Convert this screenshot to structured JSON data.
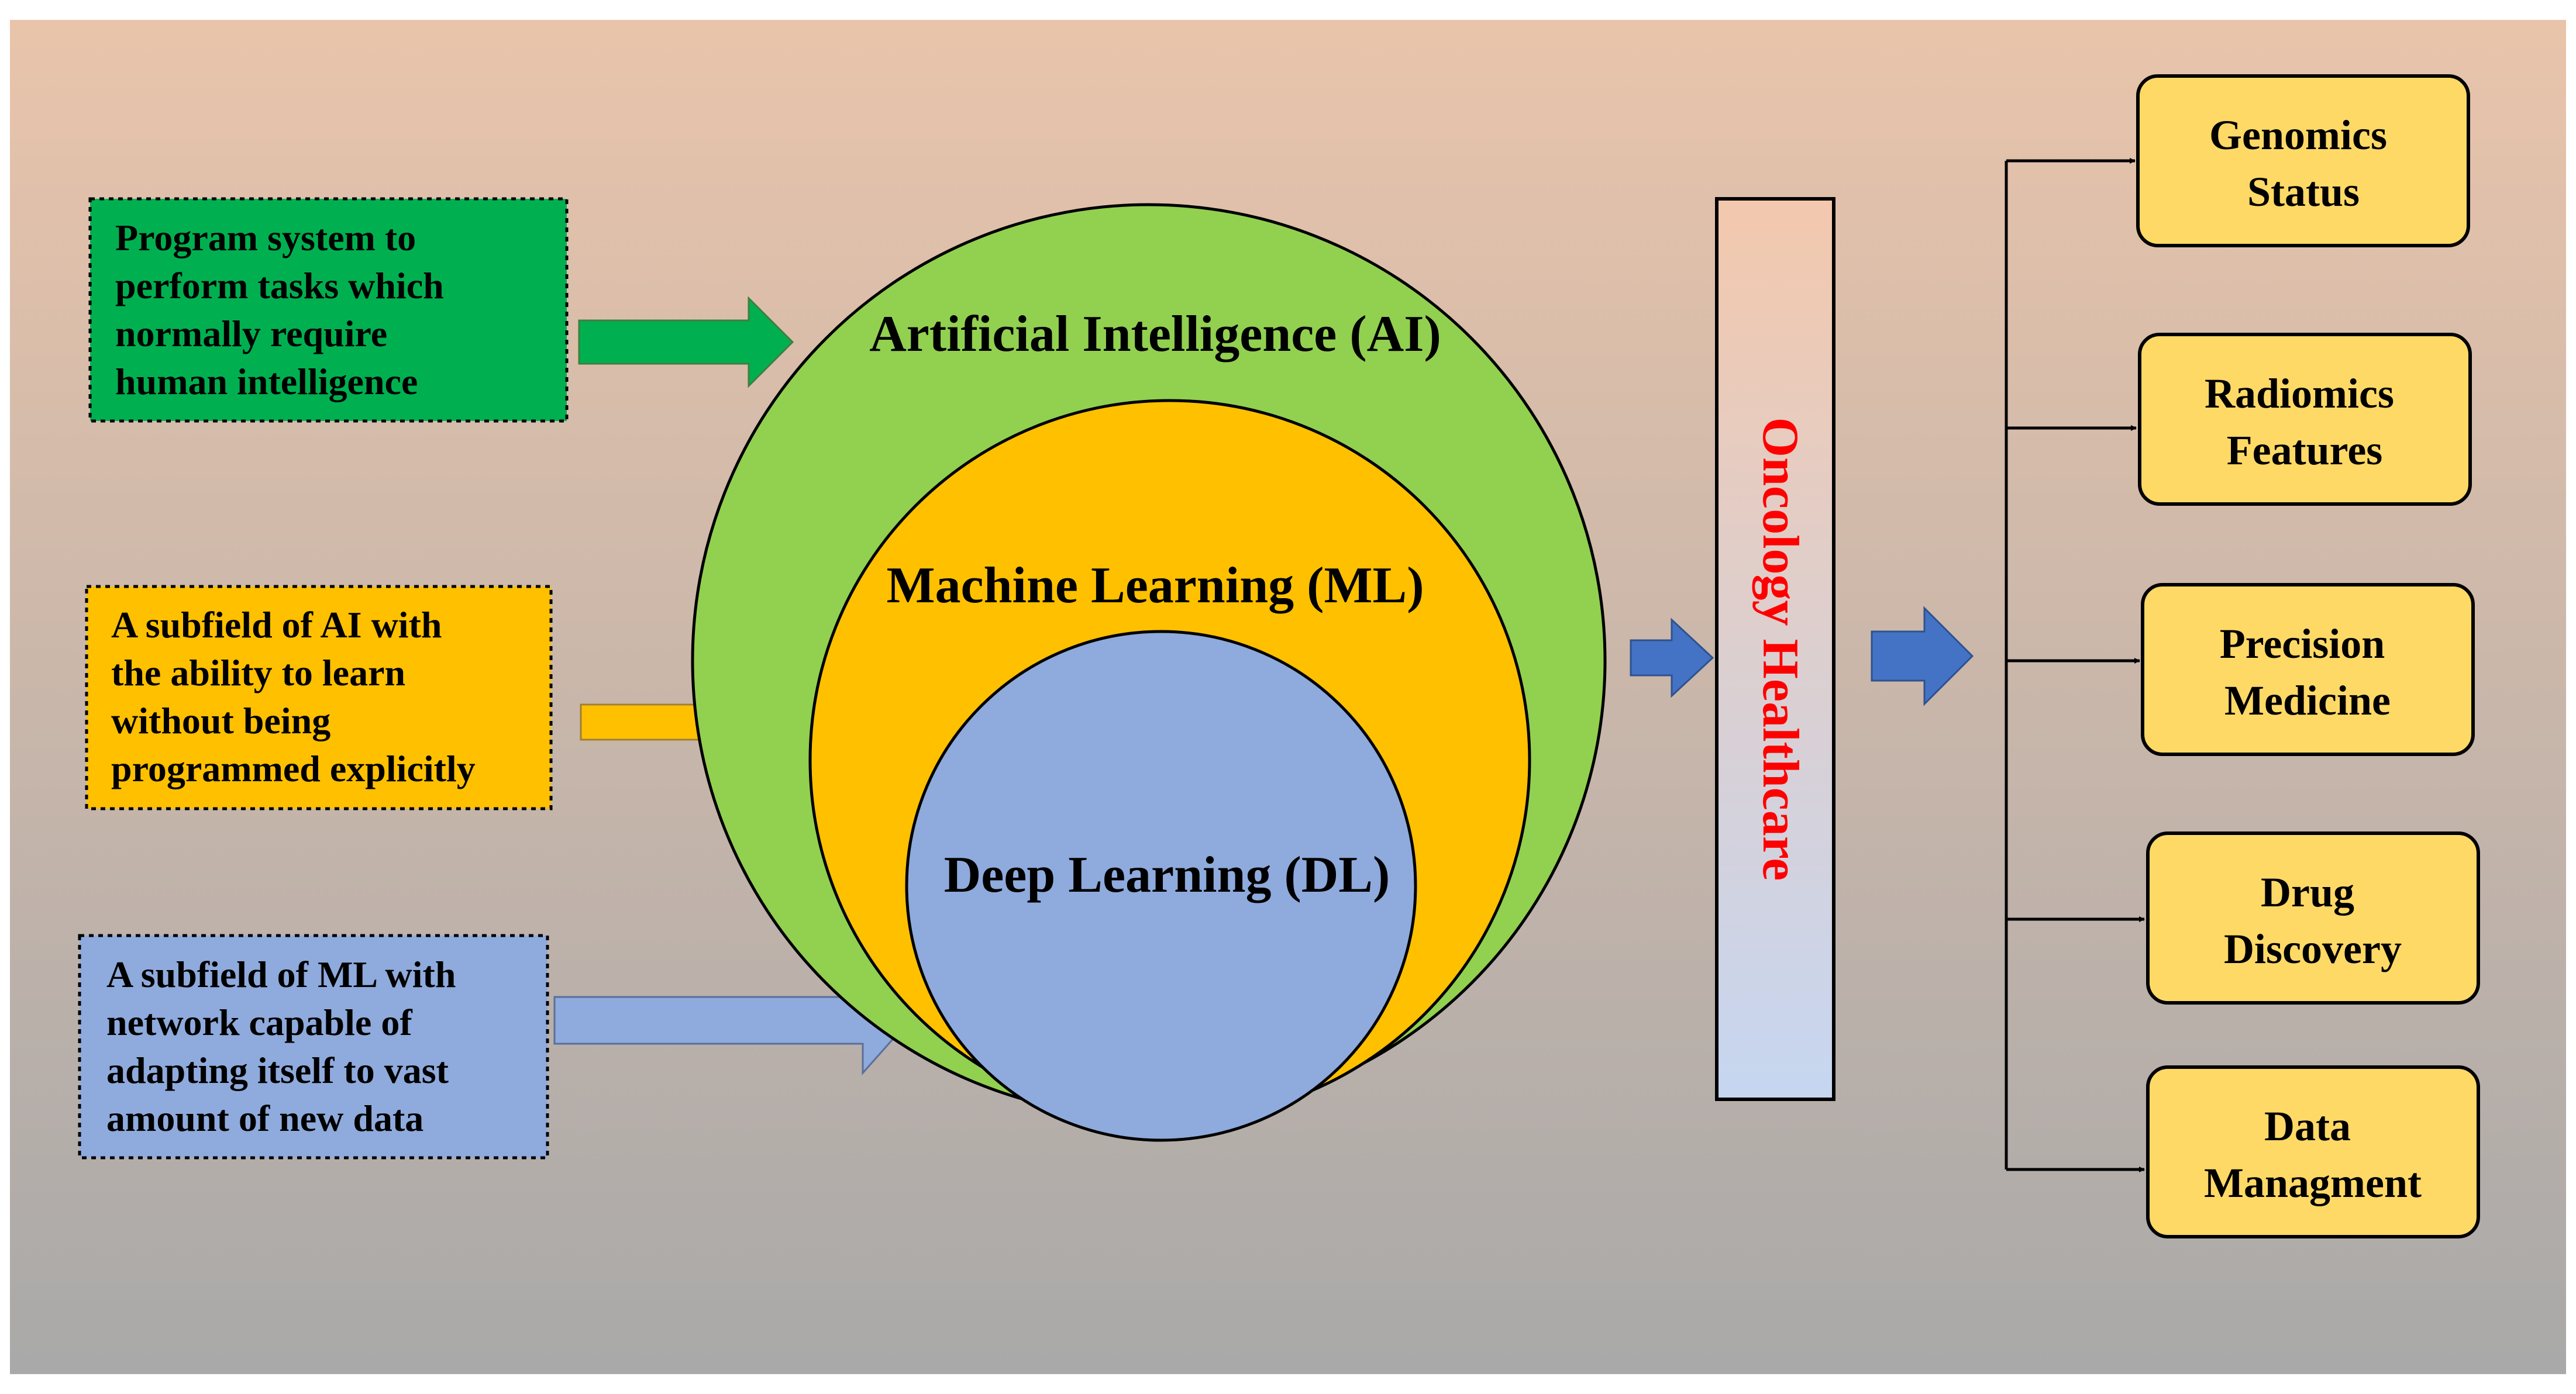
{
  "definitions": [
    {
      "lines": [
        "Program system to",
        "perform tasks which",
        "normally require",
        "human intelligence"
      ],
      "fill": "#00b050",
      "arrow": "#00b050"
    },
    {
      "lines": [
        "A subfield of AI with",
        "the ability to learn",
        "without being",
        "programmed explicitly"
      ],
      "fill": "#ffc000",
      "arrow": "#ffc000"
    },
    {
      "lines": [
        "A subfield of ML with",
        "network capable of",
        "adapting itself to vast",
        "amount of new data"
      ],
      "fill": "#8faadc",
      "arrow": "#8faadc"
    }
  ],
  "circles": {
    "ai": {
      "label": "Artificial Intelligence (AI)",
      "fill": "#92d050"
    },
    "ml": {
      "label": "Machine Learning (ML)",
      "fill": "#ffc000"
    },
    "dl": {
      "label": "Deep Learning (DL)",
      "fill": "#8faadc"
    }
  },
  "center": {
    "label": "Oncology Healthcare",
    "label_color": "#ff0000"
  },
  "applications": [
    {
      "lines": [
        "Genomics",
        "Status"
      ]
    },
    {
      "lines": [
        "Radiomics",
        "Features"
      ]
    },
    {
      "lines": [
        "Precision",
        "Medicine"
      ]
    },
    {
      "lines": [
        "Drug",
        "Discovery"
      ]
    },
    {
      "lines": [
        "Data",
        "Managment"
      ]
    }
  ],
  "colors": {
    "bg_top": "#e9c4ab",
    "bg_bottom": "#a9a9a9",
    "app_fill": "#ffd966",
    "flow_arrow": "#4472c4"
  }
}
